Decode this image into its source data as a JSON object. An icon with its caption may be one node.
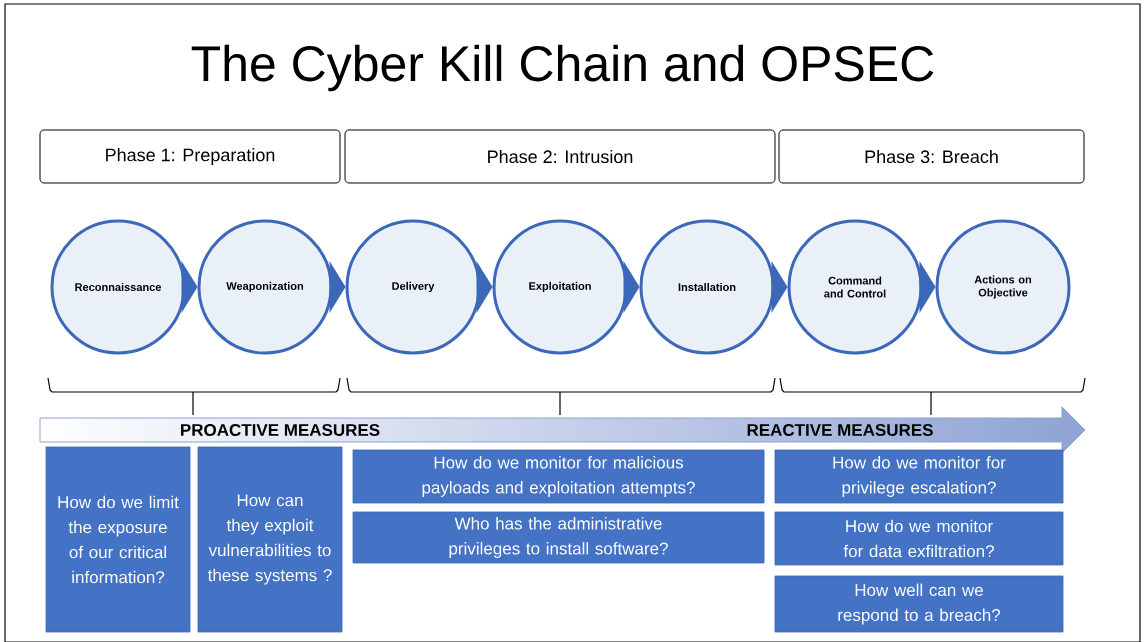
{
  "diagram": {
    "title": "The Cyber Kill Chain and OPSEC",
    "nodes": [
      {
        "text": [
          "Phase 1: Preparation"
        ]
      },
      {
        "text": [
          "Phase 2: Intrusion"
        ]
      },
      {
        "text": [
          "Phase 3: Breach"
        ]
      },
      {
        "text": [
          "Reconnaissance"
        ]
      },
      {
        "text": [
          "Weaponization"
        ]
      },
      {
        "text": [
          "Delivery"
        ]
      },
      {
        "text": [
          "Exploitation"
        ]
      },
      {
        "text": [
          "Installation"
        ]
      },
      {
        "text": [
          "Command and Control"
        ]
      },
      {
        "text": [
          "Actions on Objective"
        ]
      },
      {
        "text": [
          "PROACTIVE MEASURES",
          "REACTIVE MEASURES"
        ]
      },
      {
        "text": [
          "How do we limit the exposure of our critical information?"
        ]
      },
      {
        "text": [
          "How can they exploit vulnerabilities to these systems ?"
        ]
      },
      {
        "text": [
          "How do we monitor for malicious payloads and exploitation attempts?"
        ]
      },
      {
        "text": [
          "Who has the administrative privileges to install software?"
        ]
      },
      {
        "text": [
          "How do we monitor for privilege escalation?"
        ]
      },
      {
        "text": [
          "How do we monitor for data exfiltration?"
        ]
      },
      {
        "text": [
          "How well can we respond to a breach?"
        ]
      }
    ],
    "edges": [
      {
        "from": 3,
        "to": 4,
        "arrow": "to"
      },
      {
        "from": 4,
        "to": 5,
        "arrow": "to"
      },
      {
        "from": 5,
        "to": 6,
        "arrow": "to"
      },
      {
        "from": 6,
        "to": 7,
        "arrow": "to"
      },
      {
        "from": 7,
        "to": 8,
        "arrow": "to"
      },
      {
        "from": 8,
        "to": 9,
        "arrow": "to"
      }
    ]
  }
}
